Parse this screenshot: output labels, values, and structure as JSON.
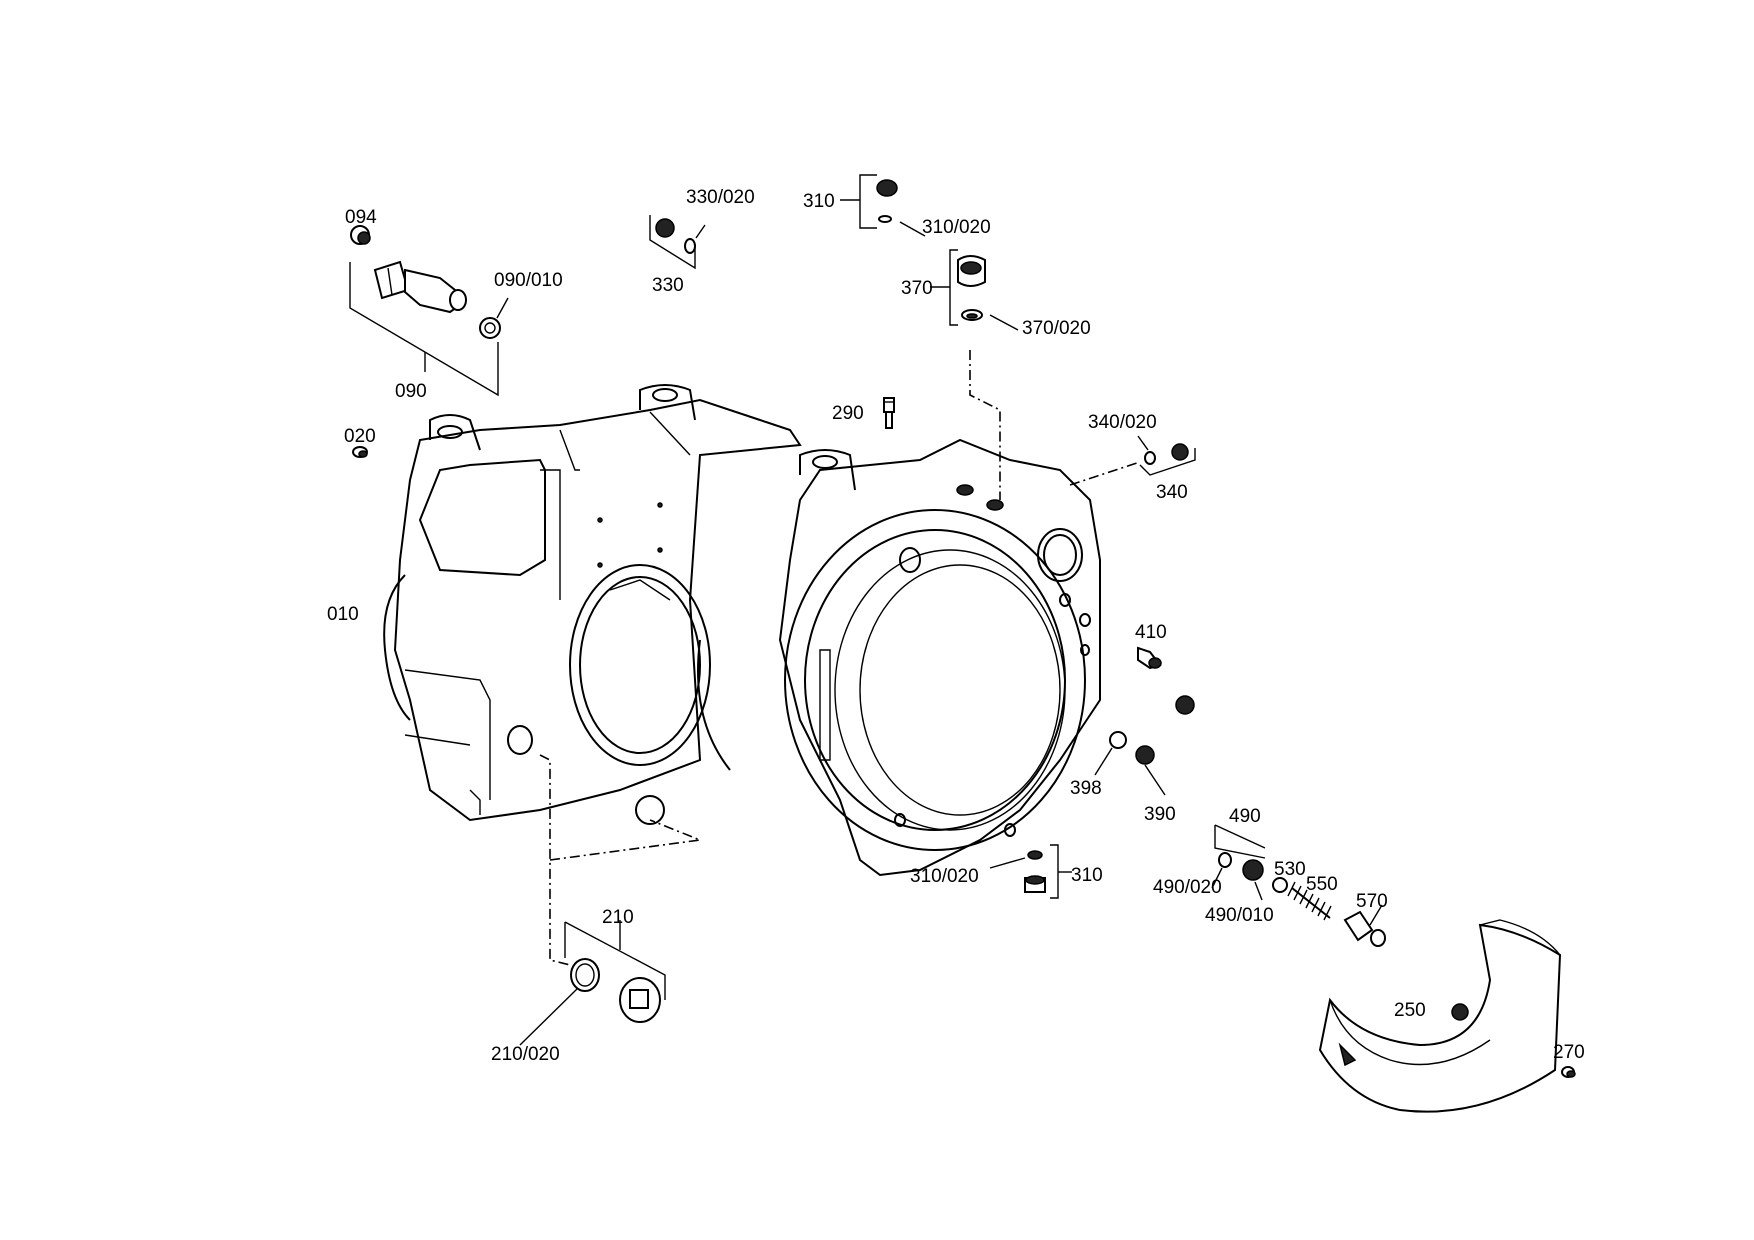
{
  "labels": {
    "p094": "094",
    "p090_010": "090/010",
    "p090": "090",
    "p020": "020",
    "p010": "010",
    "p330_020": "330/020",
    "p330": "330",
    "p310_top": "310",
    "p310_020_top": "310/020",
    "p370": "370",
    "p370_020": "370/020",
    "p290": "290",
    "p340_020": "340/020",
    "p340": "340",
    "p410": "410",
    "p398": "398",
    "p390": "390",
    "p490": "490",
    "p490_020": "490/020",
    "p490_010": "490/010",
    "p530": "530",
    "p550": "550",
    "p570": "570",
    "p310_020_bottom": "310/020",
    "p310_bottom": "310",
    "p210": "210",
    "p210_020": "210/020",
    "p250": "250",
    "p270": "270"
  }
}
